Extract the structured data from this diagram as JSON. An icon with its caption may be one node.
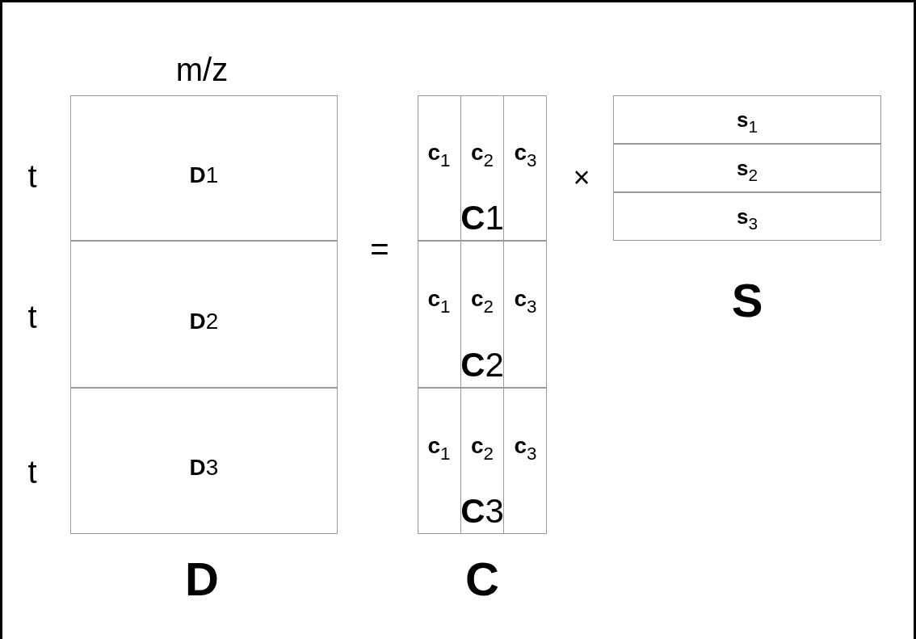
{
  "diagram": {
    "nodes": [
      {
        "text": [
          "**D**1"
        ]
      },
      {
        "text": [
          "**D**2"
        ]
      },
      {
        "text": [
          "**D**3"
        ]
      },
      {
        "text": [
          "**C**1"
        ]
      },
      {
        "text": [
          "**c**$_{1}$"
        ],
        "in": 3
      },
      {
        "text": [
          "**c**$_{2}$"
        ],
        "in": 3
      },
      {
        "text": [
          "**c**$_{3}$"
        ],
        "in": 3
      },
      {
        "text": [
          "**C**2"
        ]
      },
      {
        "text": [
          "**c**$_{1}$"
        ],
        "in": 7
      },
      {
        "text": [
          "**c**$_{2}$"
        ],
        "in": 7
      },
      {
        "text": [
          "**c**$_{3}$"
        ],
        "in": 7
      },
      {
        "text": [
          "**C**3"
        ]
      },
      {
        "text": [
          "**c**$_{1}$"
        ],
        "in": 11
      },
      {
        "text": [
          "**c**$_{2}$"
        ],
        "in": 11
      },
      {
        "text": [
          "**c**$_{3}$"
        ],
        "in": 11
      },
      {
        "text": [
          "**s**$_{1}$"
        ]
      },
      {
        "text": [
          "**s**$_{2}$"
        ]
      },
      {
        "text": [
          "**s**$_{3}$"
        ]
      }
    ],
    "labels": [
      "m/z",
      "t",
      "×",
      "=",
      "t",
      "S",
      "t",
      "D",
      "C"
    ]
  }
}
